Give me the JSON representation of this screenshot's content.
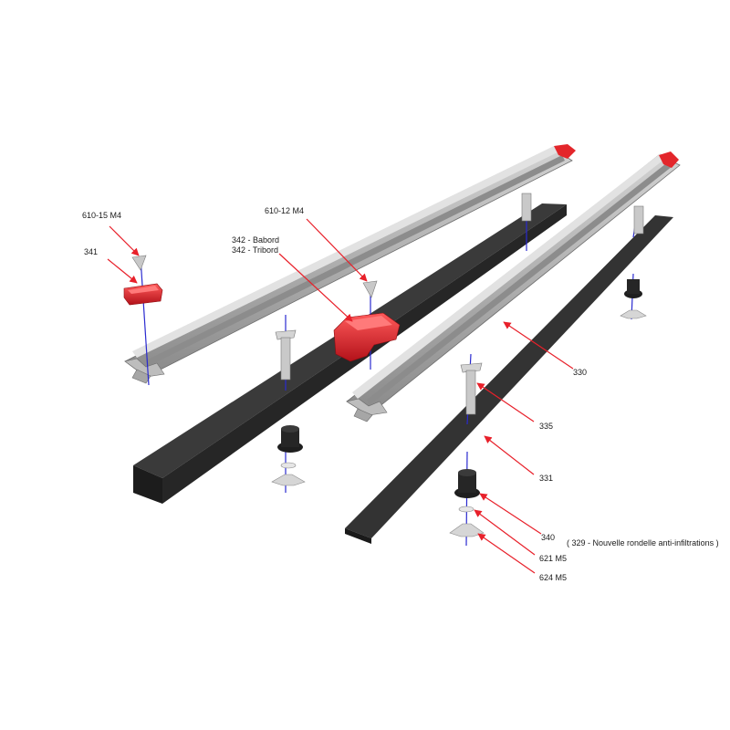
{
  "colors": {
    "leader": "#e8202a",
    "axis": "#2a2ad0",
    "rail_light": "#c7c7c7",
    "rail_mid": "#a9a9a9",
    "rail_dark": "#7d7d7d",
    "strip": "#2b2b2b",
    "cap_red": "#e3262b"
  },
  "labels": {
    "l610_15": "610-15 M4",
    "l341": "341",
    "l342_babord": "342 - Babord",
    "l342_tribord": "342 - Tribord",
    "l610_12": "610-12 M4",
    "l330": "330",
    "l335": "335",
    "l331": "331",
    "l340": "340",
    "l329": "( 329 - Nouvelle rondelle anti-infiltrations )",
    "l621": "621 M5",
    "l624": "624 M5"
  }
}
